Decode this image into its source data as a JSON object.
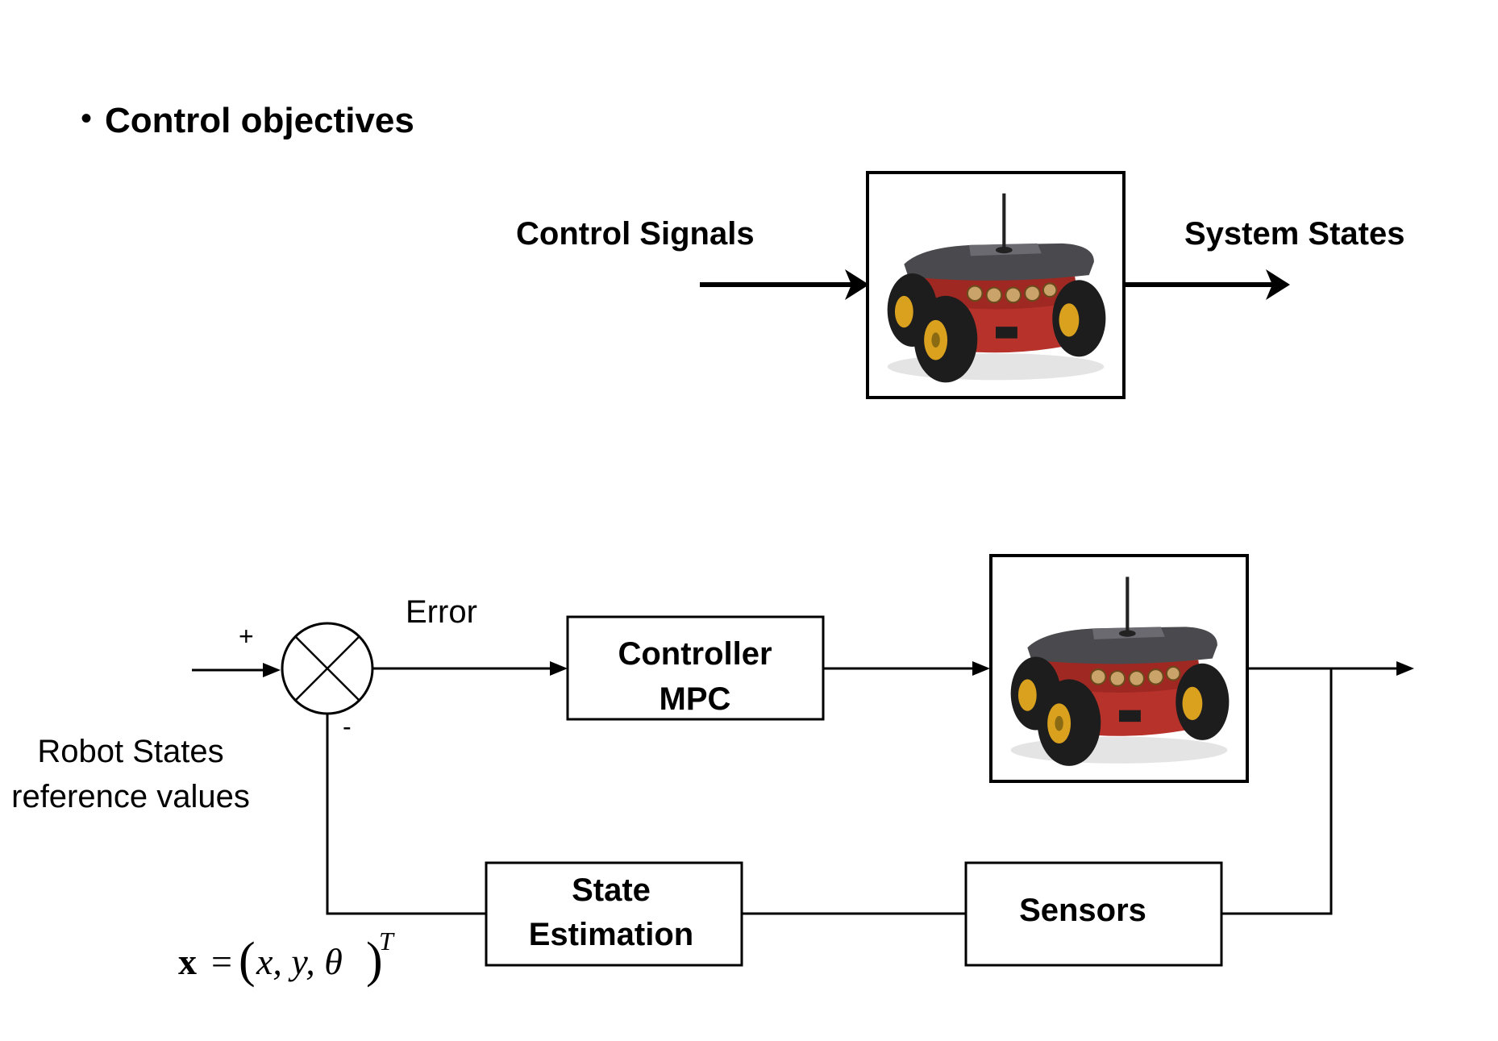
{
  "slide": {
    "bullet": "•",
    "title": "Control objectives"
  },
  "open_loop": {
    "input_label": "Control Signals",
    "output_label": "System States"
  },
  "closed_loop": {
    "plus_sign": "+",
    "minus_sign": "-",
    "error_label": "Error",
    "controller_line1": "Controller",
    "controller_line2": "MPC",
    "reference_line1": "Robot States",
    "reference_line2": "reference values",
    "estimation_line1": "State",
    "estimation_line2": "Estimation",
    "sensors_label": "Sensors"
  },
  "equation": {
    "lhs": "x",
    "equals": "=",
    "open_paren": "(",
    "vars": "x, y, θ",
    "close_paren": ")",
    "superscript": "T"
  },
  "colors": {
    "robot_body": "#b8322c",
    "robot_deck": "#4a4a4e",
    "tire": "#1d1d1d",
    "wheel_hub": "#d9a11e",
    "line": "#000000"
  },
  "icons": [
    "robot-image",
    "summing-junction-icon",
    "arrow-icon"
  ]
}
